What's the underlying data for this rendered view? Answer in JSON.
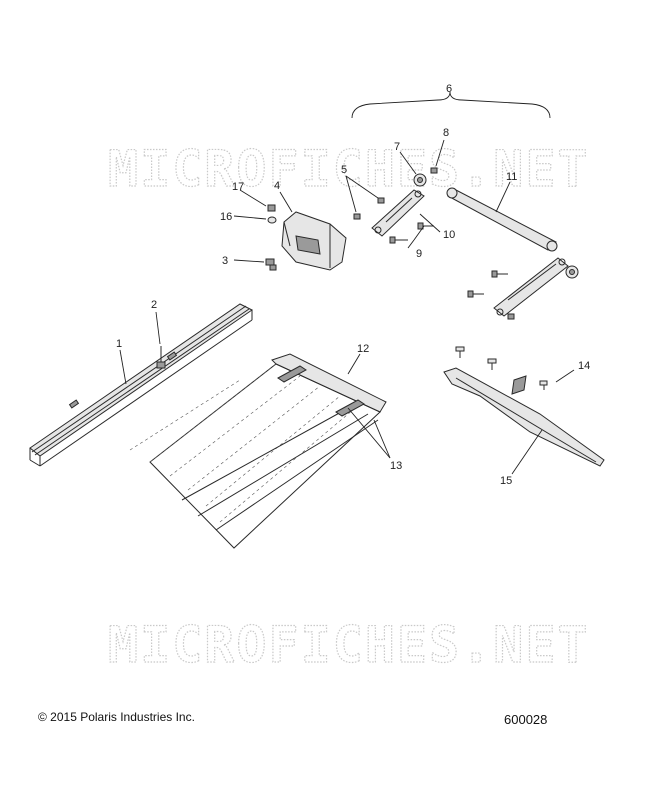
{
  "watermark": "MICROFICHES.NET",
  "callouts": {
    "c1": "1",
    "c2": "2",
    "c3": "3",
    "c4": "4",
    "c5": "5",
    "c6": "6",
    "c7": "7",
    "c8": "8",
    "c9": "9",
    "c10": "10",
    "c11": "11",
    "c12": "12",
    "c13": "13",
    "c14": "14",
    "c15": "15",
    "c16": "16",
    "c17": "17"
  },
  "footer": {
    "copyright": "© 2015 Polaris Industries Inc.",
    "diagram_number": "600028"
  }
}
